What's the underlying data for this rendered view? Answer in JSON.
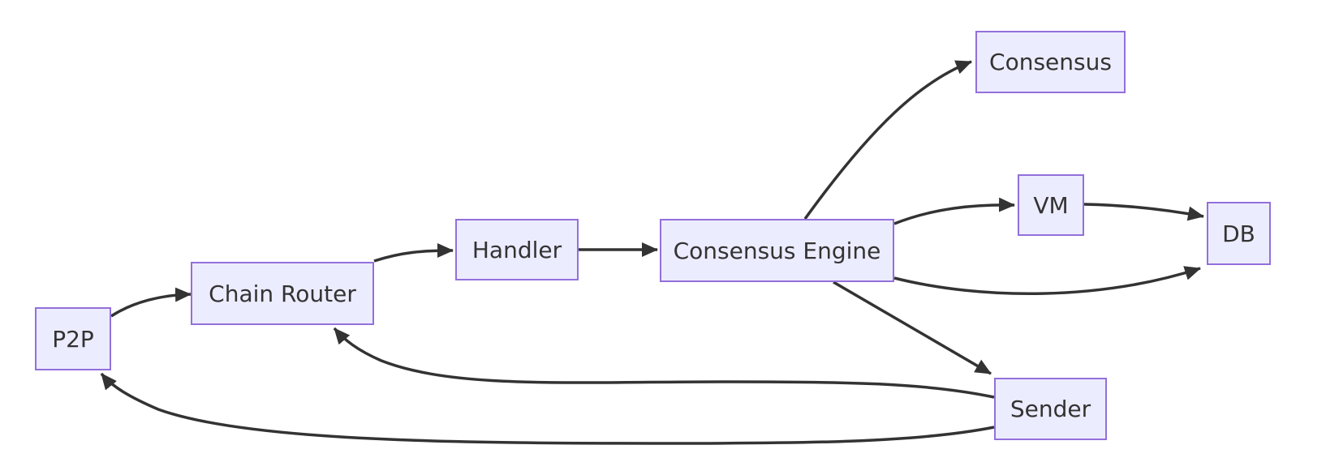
{
  "diagram": {
    "type": "flowchart",
    "orientation": "left-to-right",
    "colors": {
      "background": "#FFFFFF",
      "node_fill": "#ECECFF",
      "node_border": "#9370DB",
      "edge_stroke": "#333333",
      "text": "#333333"
    },
    "nodes": [
      {
        "id": "p2p",
        "label": "P2P"
      },
      {
        "id": "chain_router",
        "label": "Chain Router"
      },
      {
        "id": "handler",
        "label": "Handler"
      },
      {
        "id": "consensus_engine",
        "label": "Consensus Engine"
      },
      {
        "id": "consensus",
        "label": "Consensus"
      },
      {
        "id": "vm",
        "label": "VM"
      },
      {
        "id": "db",
        "label": "DB"
      },
      {
        "id": "sender",
        "label": "Sender"
      }
    ],
    "edges": [
      {
        "from": "P2P",
        "to": "Chain Router"
      },
      {
        "from": "Chain Router",
        "to": "Handler"
      },
      {
        "from": "Handler",
        "to": "Consensus Engine"
      },
      {
        "from": "Consensus Engine",
        "to": "Consensus"
      },
      {
        "from": "Consensus Engine",
        "to": "VM"
      },
      {
        "from": "VM",
        "to": "DB"
      },
      {
        "from": "Consensus Engine",
        "to": "DB"
      },
      {
        "from": "Consensus Engine",
        "to": "Sender"
      },
      {
        "from": "Sender",
        "to": "Chain Router"
      },
      {
        "from": "Sender",
        "to": "P2P"
      }
    ]
  }
}
